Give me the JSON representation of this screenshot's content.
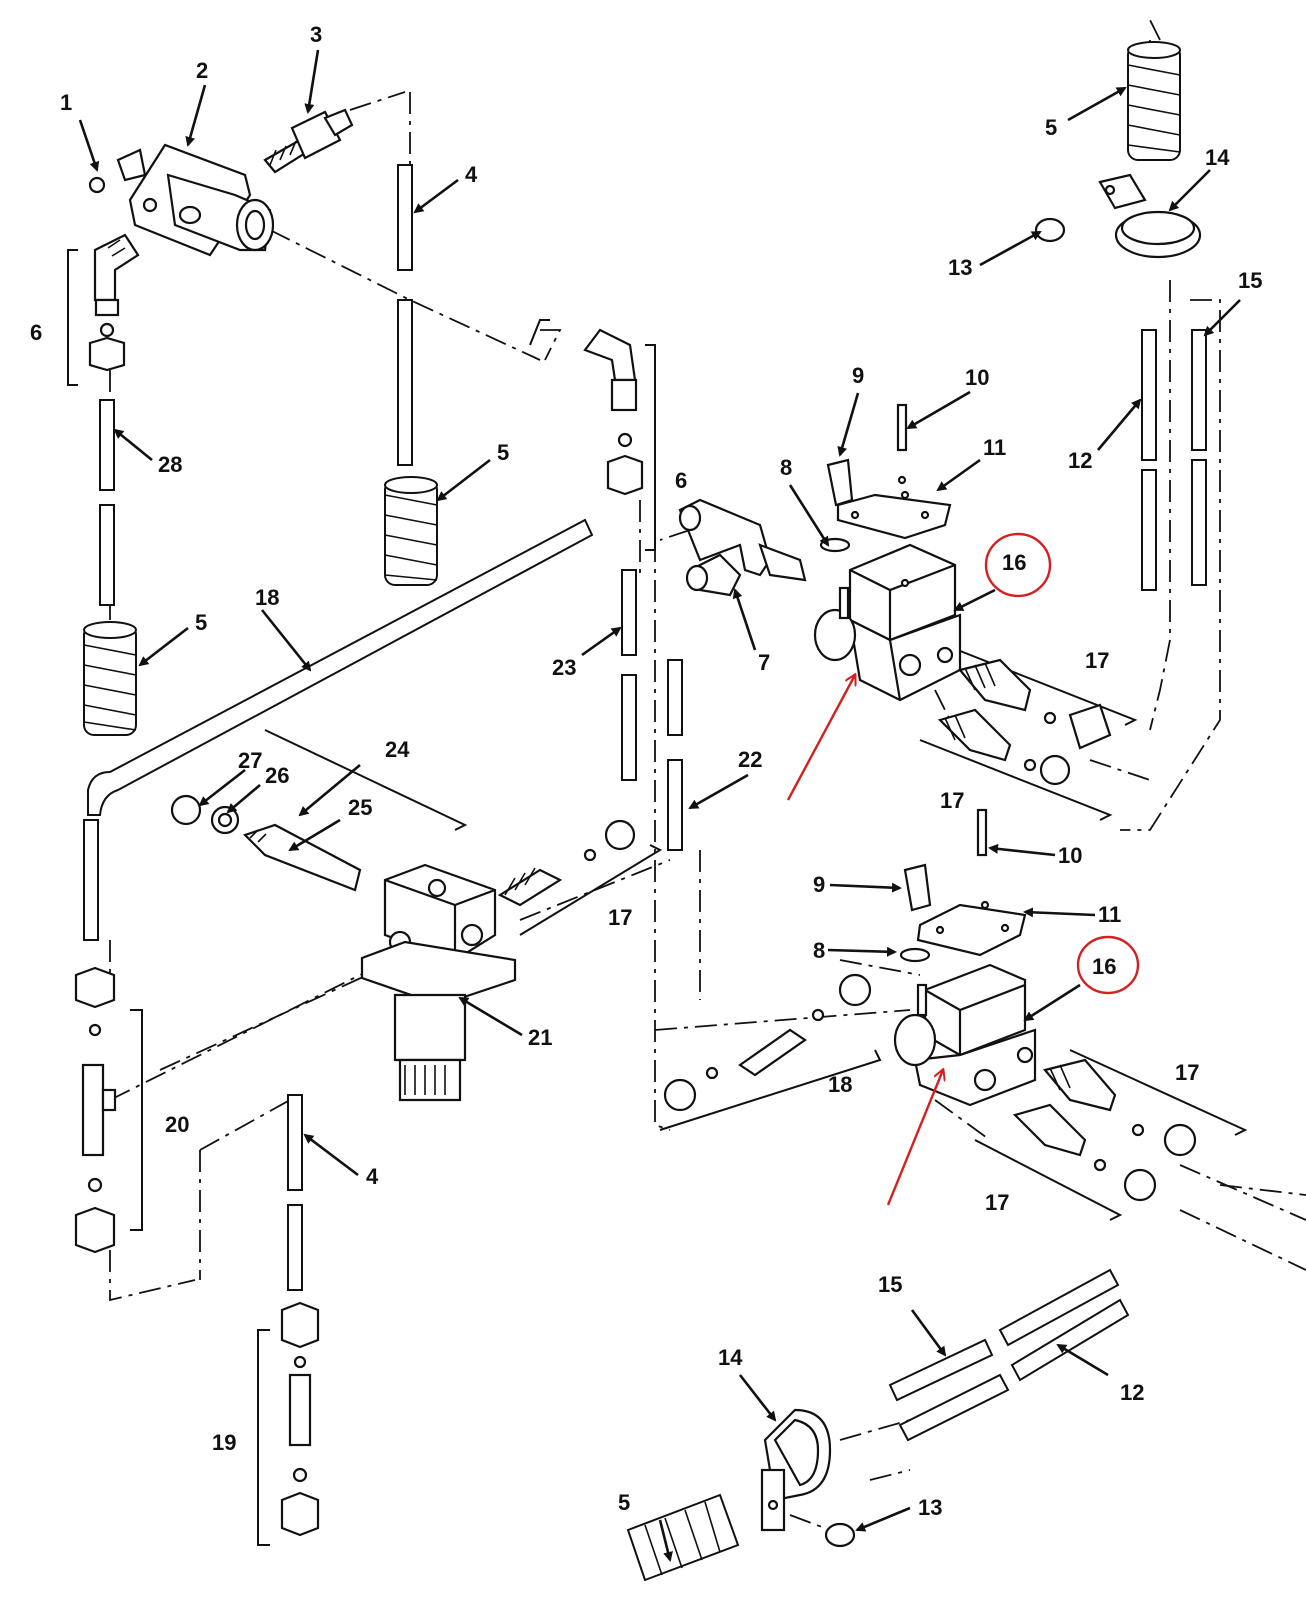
{
  "colors": {
    "ink": "#111111",
    "highlight": "#d42020",
    "background": "#ffffff"
  },
  "callouts": [
    {
      "id": "c1",
      "text": "1"
    },
    {
      "id": "c2",
      "text": "2"
    },
    {
      "id": "c3",
      "text": "3"
    },
    {
      "id": "c4a",
      "text": "4"
    },
    {
      "id": "c4b",
      "text": "4"
    },
    {
      "id": "c5a",
      "text": "5"
    },
    {
      "id": "c5b",
      "text": "5"
    },
    {
      "id": "c5c",
      "text": "5"
    },
    {
      "id": "c5d",
      "text": "5"
    },
    {
      "id": "c6a",
      "text": "6"
    },
    {
      "id": "c6b",
      "text": "6"
    },
    {
      "id": "c7",
      "text": "7"
    },
    {
      "id": "c8a",
      "text": "8"
    },
    {
      "id": "c8b",
      "text": "8"
    },
    {
      "id": "c9a",
      "text": "9"
    },
    {
      "id": "c9b",
      "text": "9"
    },
    {
      "id": "c10a",
      "text": "10"
    },
    {
      "id": "c10b",
      "text": "10"
    },
    {
      "id": "c11a",
      "text": "11"
    },
    {
      "id": "c11b",
      "text": "11"
    },
    {
      "id": "c12a",
      "text": "12"
    },
    {
      "id": "c12b",
      "text": "12"
    },
    {
      "id": "c13a",
      "text": "13"
    },
    {
      "id": "c13b",
      "text": "13"
    },
    {
      "id": "c14a",
      "text": "14"
    },
    {
      "id": "c14b",
      "text": "14"
    },
    {
      "id": "c15a",
      "text": "15"
    },
    {
      "id": "c15b",
      "text": "15"
    },
    {
      "id": "c16a",
      "text": "16"
    },
    {
      "id": "c16b",
      "text": "16"
    },
    {
      "id": "c17a",
      "text": "17"
    },
    {
      "id": "c17b",
      "text": "17"
    },
    {
      "id": "c17c",
      "text": "17"
    },
    {
      "id": "c17d",
      "text": "17"
    },
    {
      "id": "c17e",
      "text": "17"
    },
    {
      "id": "c18a",
      "text": "18"
    },
    {
      "id": "c18b",
      "text": "18"
    },
    {
      "id": "c19",
      "text": "19"
    },
    {
      "id": "c20",
      "text": "20"
    },
    {
      "id": "c21",
      "text": "21"
    },
    {
      "id": "c22",
      "text": "22"
    },
    {
      "id": "c23",
      "text": "23"
    },
    {
      "id": "c24",
      "text": "24"
    },
    {
      "id": "c25",
      "text": "25"
    },
    {
      "id": "c26",
      "text": "26"
    },
    {
      "id": "c27",
      "text": "27"
    },
    {
      "id": "c28",
      "text": "28"
    }
  ],
  "annotations": {
    "circled_parts": [
      "16",
      "16"
    ],
    "red_arrow_count": 2
  }
}
